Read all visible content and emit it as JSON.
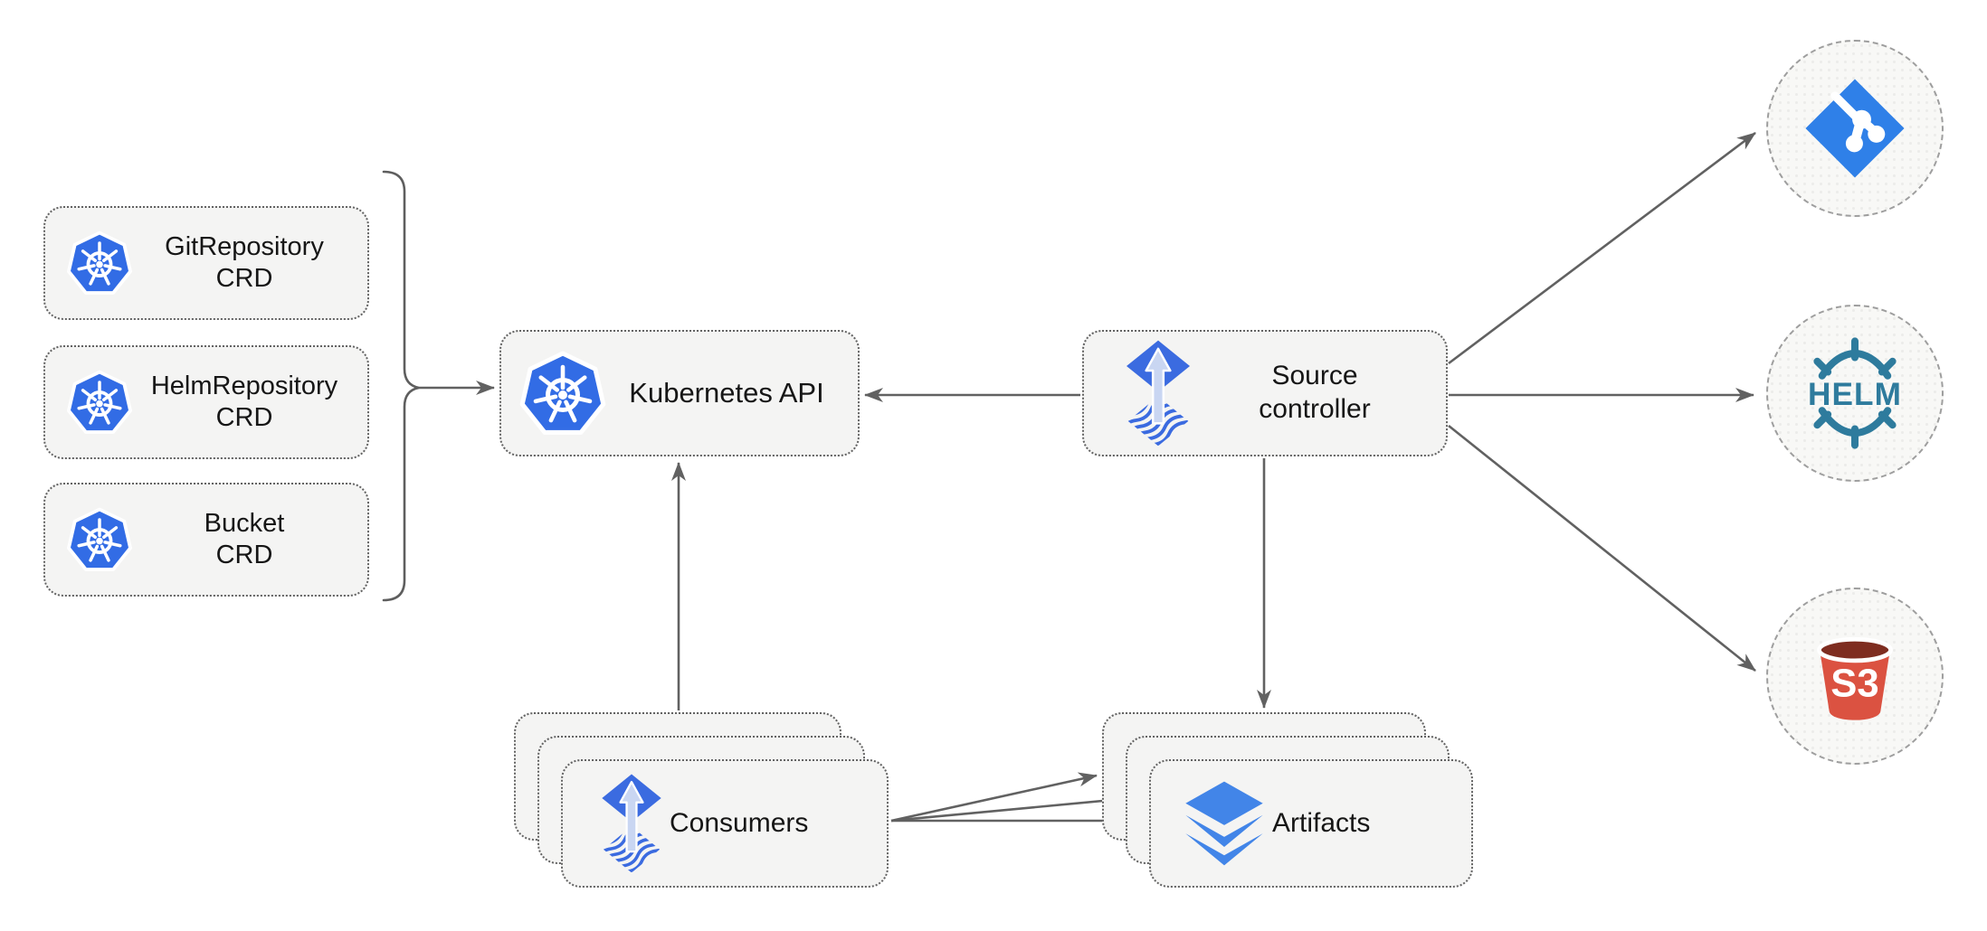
{
  "nodes": {
    "crds": [
      {
        "line1": "GitRepository",
        "line2": "CRD",
        "icon": "kubernetes-icon"
      },
      {
        "line1": "HelmRepository",
        "line2": "CRD",
        "icon": "kubernetes-icon"
      },
      {
        "line1": "Bucket",
        "line2": "CRD",
        "icon": "kubernetes-icon"
      }
    ],
    "kubernetes_api": {
      "label": "Kubernetes API",
      "icon": "kubernetes-icon"
    },
    "source_controller": {
      "line1": "Source",
      "line2": "controller",
      "icon": "flux-icon"
    },
    "consumers": {
      "label": "Consumers",
      "icon": "flux-icon",
      "stacked_cards": 3
    },
    "artifacts": {
      "label": "Artifacts",
      "icon": "layers-icon",
      "stacked_cards": 3
    },
    "externals": {
      "git": {
        "icon": "git-icon"
      },
      "helm": {
        "icon": "helm-icon",
        "text": "HELM"
      },
      "s3": {
        "icon": "s3-bucket-icon",
        "text": "S3"
      }
    }
  },
  "edges": [
    "crds-bracket-to-kubernetes-api",
    "source-controller-to-kubernetes-api",
    "consumers-to-kubernetes-api",
    "source-controller-to-artifacts",
    "source-controller-to-git",
    "source-controller-to-helm",
    "source-controller-to-s3",
    "consumers-to-artifacts-1",
    "consumers-to-artifacts-2",
    "consumers-to-artifacts-3"
  ],
  "colors": {
    "canvas": "#FFFFFF",
    "node_fill": "#F4F4F3",
    "node_border": "#636363",
    "circle_fill": "#F8F8F6",
    "circle_border": "#9E9E9E",
    "arrow": "#616161",
    "text": "#161616",
    "kubernetes_blue": "#326CE5",
    "flux_blue": "#3B6BE0",
    "flux_arrow_light": "#C9D6F2",
    "git_blue": "#2F80E8",
    "helm_teal": "#2E7B9D",
    "s3_red": "#DB5241",
    "s3_dark_red": "#7E2D20",
    "layers_blue": "#4285E8"
  }
}
